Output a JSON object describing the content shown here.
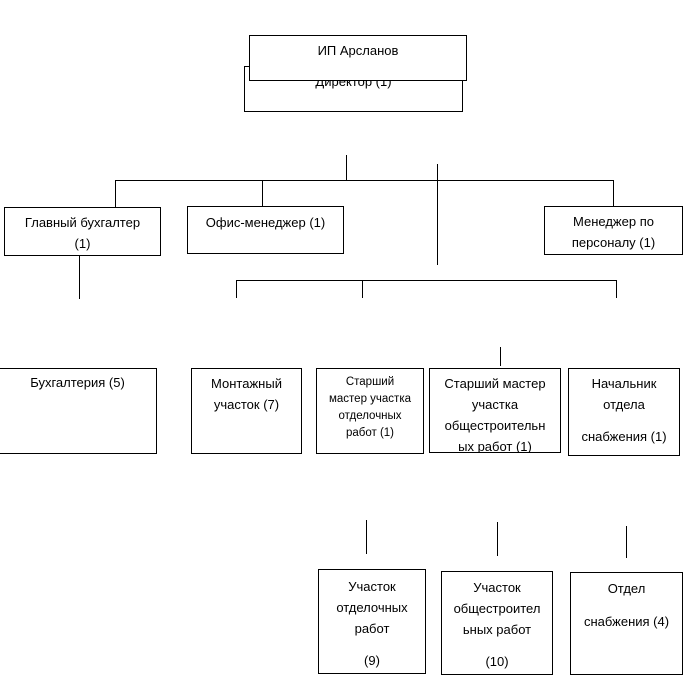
{
  "top": {
    "back_box": "Директор (1)",
    "front_box": "ИП Арсланов"
  },
  "level2": {
    "chief_accountant": [
      "Главный бухгалтер",
      "(1)"
    ],
    "office_manager": [
      "Офис-менеджер (1)"
    ],
    "hr_manager": [
      "Менеджер по",
      "персоналу (1)"
    ]
  },
  "level3": {
    "accounting": [
      "Бухгалтерия (5)"
    ],
    "assembly": [
      "Монтажный",
      "участок (7)"
    ],
    "finishing_master": [
      "Старший",
      "мастер участка",
      "отделочных",
      "работ (1)"
    ],
    "construction_master": [
      "Старший мастер",
      "участка",
      "общестроительн",
      "ых работ (1)"
    ],
    "supply_head": [
      "Начальник",
      "отдела",
      "снабжения (1)"
    ]
  },
  "level4": {
    "finishing_site": [
      "Участок",
      "отделочных",
      "работ",
      "(9)"
    ],
    "construction_site": [
      "Участок",
      "общестроител",
      "ьных работ",
      "(10)"
    ],
    "supply_dept": [
      "Отдел",
      "снабжения (4)"
    ]
  }
}
